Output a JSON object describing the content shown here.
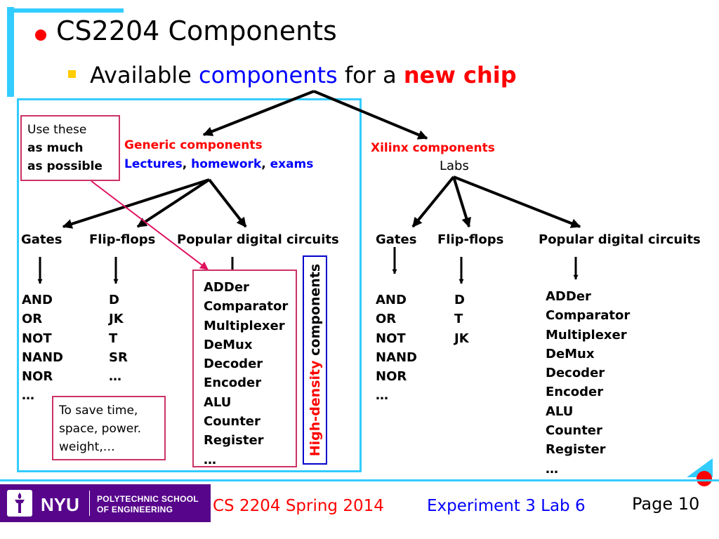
{
  "title": "CS2204 Components",
  "subtitle": {
    "prefix": "Available",
    "components": "components",
    "middle": "for a",
    "new_chip": "new chip"
  },
  "note_use": {
    "line1": "Use these",
    "line2": "as much",
    "line3": "as possible"
  },
  "generic": {
    "heading": "Generic components",
    "lectures": "Lectures",
    "comma1": ",",
    "homework": "homework",
    "comma2": ",",
    "exams": "exams"
  },
  "xilinx": {
    "heading": "Xilinx components",
    "sub": "Labs"
  },
  "categories": {
    "gates": "Gates",
    "flipflops": "Flip-flops",
    "popular": "Popular digital circuits"
  },
  "generic_lists": {
    "gates": [
      "AND",
      "OR",
      "NOT",
      "NAND",
      "NOR",
      "…"
    ],
    "flipflops": [
      "D",
      "JK",
      "T",
      "SR",
      "…"
    ],
    "circuits": [
      "ADDer",
      "Comparator",
      "Multiplexer",
      "DeMux",
      "Decoder",
      "Encoder",
      "ALU",
      "Counter",
      "Register",
      "…"
    ]
  },
  "xilinx_lists": {
    "gates": [
      "AND",
      "OR",
      "NOT",
      "NAND",
      "NOR",
      "…"
    ],
    "flipflops": [
      "D",
      "T",
      "JK"
    ],
    "circuits": [
      "ADDer",
      "Comparator",
      "Multiplexer",
      "DeMux",
      "Decoder",
      "Encoder",
      "ALU",
      "Counter",
      "Register",
      "…"
    ]
  },
  "high_density": {
    "part1": "High-density",
    "part2": "components"
  },
  "note_save": {
    "line1": "To save time,",
    "line2": "space, power.",
    "line3": "weight,…"
  },
  "footer": {
    "nyu": "NYU",
    "school_line1": "POLYTECHNIC SCHOOL",
    "school_line2": "OF ENGINEERING",
    "course": "CS 2204 Spring 2014",
    "experiment": "Experiment 3 Lab 6",
    "page": "Page 10"
  },
  "colors": {
    "accent_cyan": "#33ccff",
    "title_bullet": "#ff0000",
    "link_blue": "#0000ff",
    "highlight_red": "#ff0000",
    "nyu_purple": "#57068c",
    "note_border": "#cc3366",
    "hd_border": "#0000cc"
  },
  "icons": [
    "nyu-torch-icon"
  ]
}
